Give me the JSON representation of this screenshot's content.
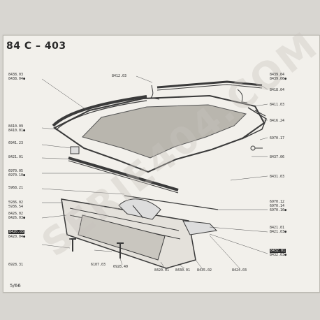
{
  "page": {
    "title": "84 C – 403",
    "footer": "5/66",
    "watermark": "SERIE404.COM"
  },
  "labels": [
    "8438.03",
    "8438.04●",
    "8410.09",
    "8410.01●",
    "6941.23",
    "8421.01",
    "6970.05",
    "6970.10●",
    "5968.21",
    "5936.02",
    "5936.54",
    "8426.02",
    "8426.03●",
    "8420.03",
    "8420.04●",
    "6928.31",
    "8412.03",
    "6107.03",
    "6928.40",
    "8420.01",
    "8430.01",
    "8435.02",
    "8424.03",
    "8439.04",
    "8439.06●",
    "8418.04",
    "8411.03",
    "8416.24",
    "6970.17",
    "8437.06",
    "8431.03",
    "6970.12",
    "6970.14",
    "6970.16●",
    "8421.01",
    "8421.03●",
    "8432.01",
    "8432.03●"
  ]
}
